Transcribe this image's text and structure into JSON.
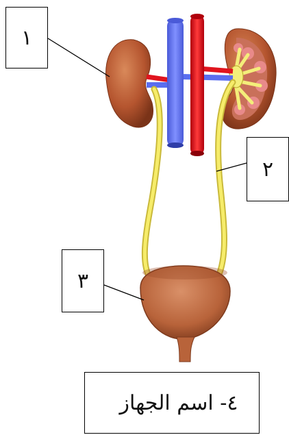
{
  "labels": {
    "label1": "١",
    "label2": "٢",
    "label3": "٣",
    "label4": "٤- اسم الجهاز"
  },
  "colors": {
    "kidney": "#b5552f",
    "kidney_dark": "#8a3a1c",
    "vein": "#5a6ef0",
    "artery": "#e0141e",
    "ureter": "#f2e45a",
    "bladder": "#b8633a",
    "kidney_inner": "#e06a6a"
  }
}
